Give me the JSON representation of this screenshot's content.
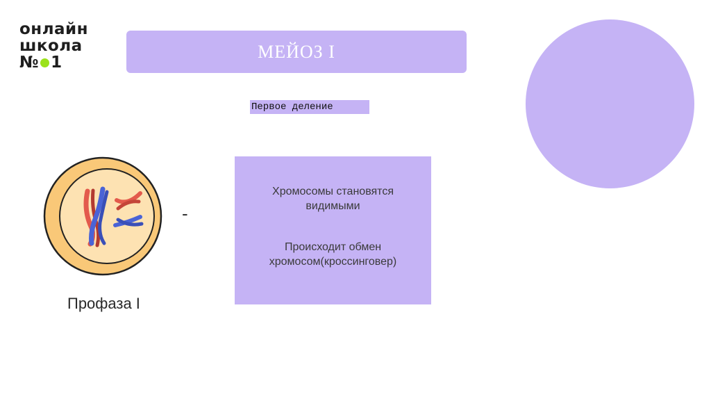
{
  "logo": {
    "line1": "онлайн",
    "line2": "школа",
    "line3_prefix": "№",
    "line3_suffix": "1",
    "accent_color": "#9be21a"
  },
  "header": {
    "title": "МЕЙОЗ I"
  },
  "subtitle": "Первое деление",
  "illustration": {
    "label": "Профаза I",
    "dash": "-"
  },
  "info": {
    "item1": "Хромосомы становятся видимыми",
    "item2": "Происходит обмен хромосом(кроссинговер)"
  },
  "colors": {
    "lavender": "#c5b3f5",
    "cell_outer": "#f9c878",
    "cell_inner": "#fde2b2",
    "chromosome_red": "#e35a4c",
    "chromosome_blue": "#4a63d6"
  }
}
